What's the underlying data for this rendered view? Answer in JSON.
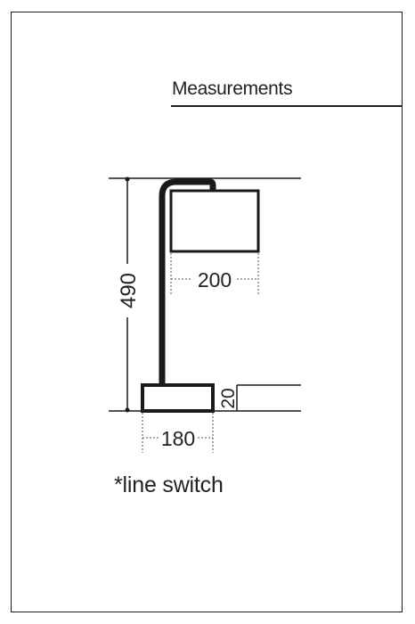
{
  "heading": "Measurements",
  "dimensions": {
    "height": "490",
    "shade_width": "200",
    "base_width": "180",
    "base_height": "20"
  },
  "note": "*line switch",
  "colors": {
    "line": "#1a1a1a",
    "background": "#ffffff"
  }
}
